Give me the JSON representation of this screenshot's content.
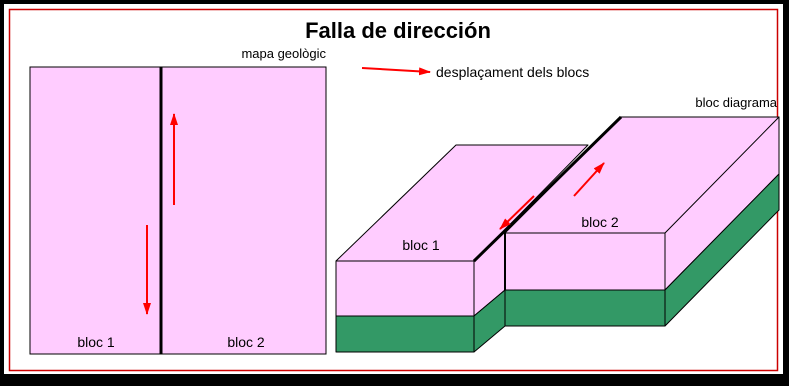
{
  "title": "Falla de dirección",
  "map_label": "mapa geològic",
  "legend_label": "desplaçament dels blocs",
  "block_diagram_label": "bloc diagrama",
  "map_block_1": "bloc 1",
  "map_block_2": "bloc 2",
  "diagram_block_1": "bloc 1",
  "diagram_block_2": "bloc 2",
  "colors": {
    "frame": "#000000",
    "border": "#cc0000",
    "background": "#ffffff",
    "surface": "#ffccff",
    "lower_layer": "#339966",
    "arrow": "#ff0000"
  }
}
